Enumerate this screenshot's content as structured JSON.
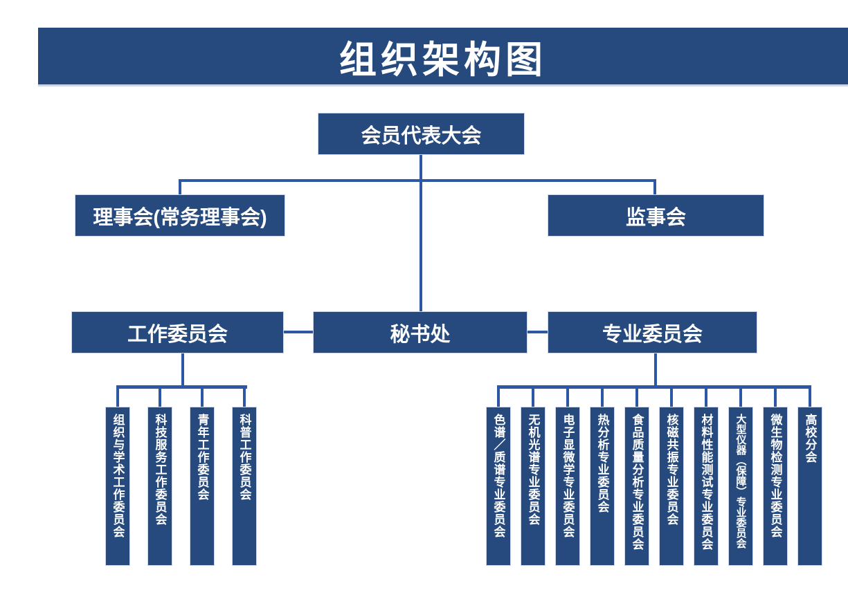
{
  "title": "组织架构图",
  "org": {
    "root": "会员代表大会",
    "level2": [
      "理事会(常务理事会)",
      "监事会"
    ],
    "level3": [
      "工作委员会",
      "秘书处",
      "专业委员会"
    ],
    "work_subcommittees": [
      "组织与学术工作委员会",
      "科技服务工作委员会",
      "青年工作委员会",
      "科普工作委员会"
    ],
    "professional_subcommittees": [
      "色谱／质谱专业委员会",
      "无机光谱专业委员会",
      "电子显微学专业委员会",
      "热分析专业委员会",
      "食品质量分析专业委员会",
      "核磁共振专业委员会",
      "材料性能测试专业委员会",
      "大型仪器（保障）专业委员会",
      "微生物检测专业委员会",
      "高校分会"
    ]
  },
  "colors": {
    "box_fill": "#264a7e",
    "connector": "#2b57a5",
    "text": "#ffffff",
    "background": "#ffffff"
  }
}
